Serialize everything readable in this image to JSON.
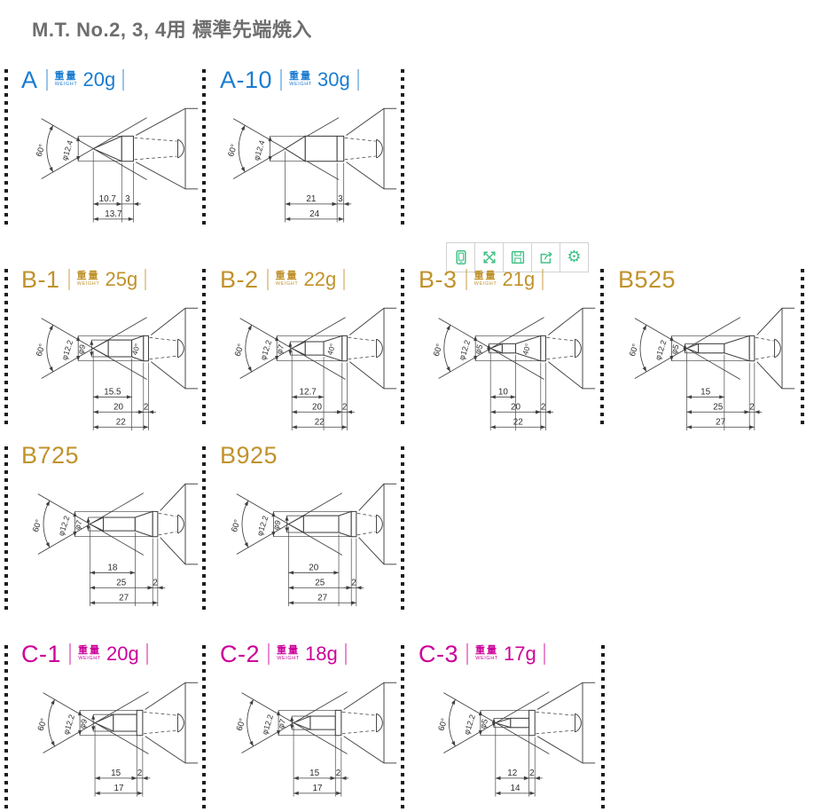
{
  "page": {
    "title": "M.T. No.2, 3, 4用 標準先端焼入"
  },
  "weight_label": {
    "jp": "重量",
    "en": "WEIGHT"
  },
  "colors": {
    "a_series": "#1a7cd0",
    "b_series": "#c0922b",
    "c_series": "#cc0099",
    "icon_green": "#41c185",
    "title_gray": "#6e6e6e",
    "line": "#3f3f3f"
  },
  "toolbar": {
    "icons": [
      "device-icon",
      "fullscreen-icon",
      "save-icon",
      "share-icon",
      "settings-icon"
    ]
  },
  "diagrams": [
    {
      "id": "A",
      "label": "A",
      "series": "a",
      "weight": "20g",
      "angle": "60°",
      "outer_dia": "φ12.4",
      "inner_dia": null,
      "taper": null,
      "dims": [
        [
          "10.7",
          "3"
        ],
        [
          "13.7"
        ]
      ]
    },
    {
      "id": "A-10",
      "label": "A-10",
      "series": "a",
      "weight": "30g",
      "angle": "60°",
      "outer_dia": "φ12.4",
      "inner_dia": null,
      "taper": null,
      "dims": [
        [
          "21",
          "3"
        ],
        [
          "24"
        ]
      ]
    },
    {
      "id": "B-1",
      "label": "B-1",
      "series": "b",
      "weight": "25g",
      "angle": "60°",
      "outer_dia": "φ12.2",
      "inner_dia": "φ9",
      "taper": "40°",
      "dims": [
        [
          "15.5"
        ],
        [
          "20",
          "2"
        ],
        [
          "22"
        ]
      ]
    },
    {
      "id": "B-2",
      "label": "B-2",
      "series": "b",
      "weight": "22g",
      "angle": "60°",
      "outer_dia": "φ12.2",
      "inner_dia": "φ7",
      "taper": "40°",
      "dims": [
        [
          "12.7"
        ],
        [
          "20",
          "2"
        ],
        [
          "22"
        ]
      ]
    },
    {
      "id": "B-3",
      "label": "B-3",
      "series": "b",
      "weight": "21g",
      "angle": "60°",
      "outer_dia": "φ12.2",
      "inner_dia": "φ5",
      "taper": "40°",
      "dims": [
        [
          "10"
        ],
        [
          "20",
          "2"
        ],
        [
          "22"
        ]
      ]
    },
    {
      "id": "B525",
      "label": "B525",
      "series": "b",
      "weight": null,
      "angle": "60°",
      "outer_dia": "φ12.2",
      "inner_dia": "φ5",
      "taper": null,
      "dims": [
        [
          "15"
        ],
        [
          "25",
          "2"
        ],
        [
          "27"
        ]
      ]
    },
    {
      "id": "B725",
      "label": "B725",
      "series": "b",
      "weight": null,
      "angle": "60°",
      "outer_dia": "φ12.2",
      "inner_dia": "φ7",
      "taper": null,
      "dims": [
        [
          "18"
        ],
        [
          "25",
          "2"
        ],
        [
          "27"
        ]
      ]
    },
    {
      "id": "B925",
      "label": "B925",
      "series": "b",
      "weight": null,
      "angle": "60°",
      "outer_dia": "φ12.2",
      "inner_dia": "φ9",
      "taper": null,
      "dims": [
        [
          "20"
        ],
        [
          "25",
          "2"
        ],
        [
          "27"
        ]
      ]
    },
    {
      "id": "C-1",
      "label": "C-1",
      "series": "c",
      "weight": "20g",
      "angle": "60°",
      "outer_dia": "φ12.2",
      "inner_dia": "φ9",
      "taper": null,
      "dims": [
        [
          "15",
          "2"
        ],
        [
          "17"
        ]
      ]
    },
    {
      "id": "C-2",
      "label": "C-2",
      "series": "c",
      "weight": "18g",
      "angle": "60°",
      "outer_dia": "φ12.2",
      "inner_dia": "φ7",
      "taper": null,
      "dims": [
        [
          "15",
          "2"
        ],
        [
          "17"
        ]
      ]
    },
    {
      "id": "C-3",
      "label": "C-3",
      "series": "c",
      "weight": "17g",
      "angle": "60°",
      "outer_dia": "φ12.2",
      "inner_dia": "φ5",
      "taper": null,
      "dims": [
        [
          "12",
          "2"
        ],
        [
          "14"
        ]
      ]
    }
  ]
}
